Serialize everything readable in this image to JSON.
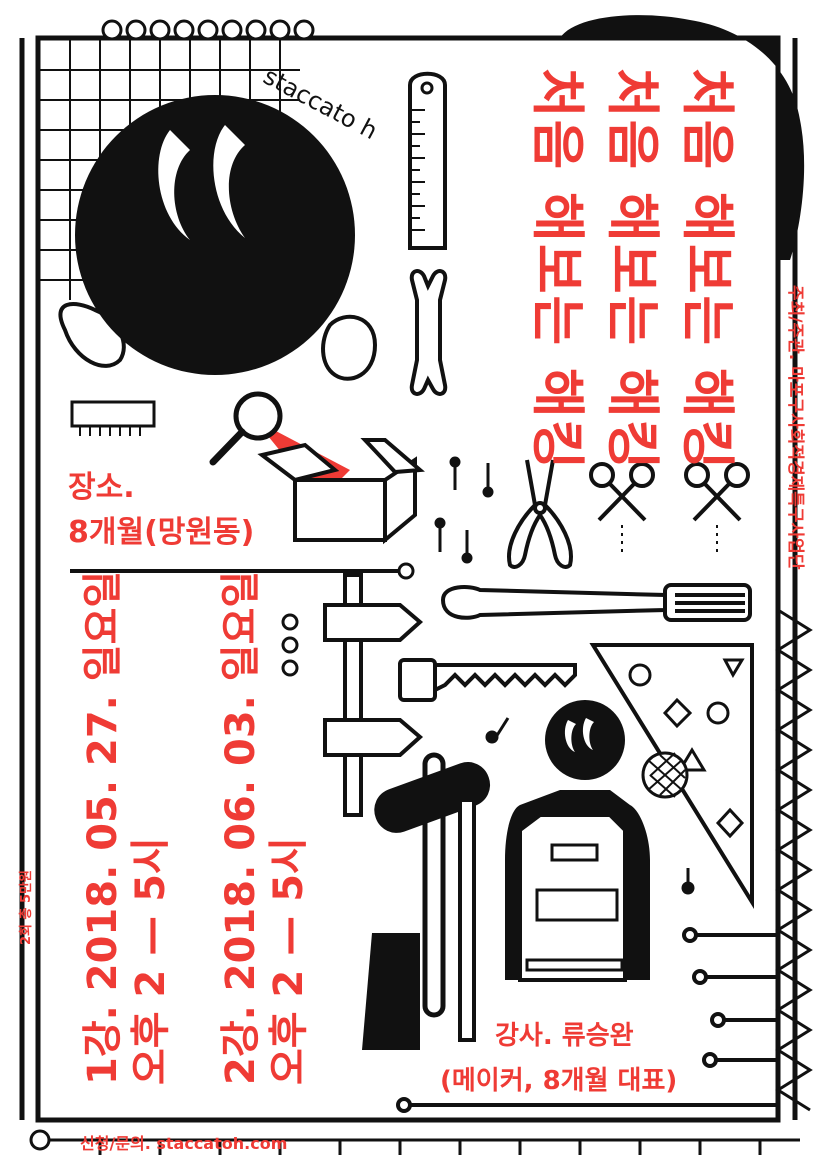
{
  "brand": "staccato h",
  "title_lines": [
    "처음 해보는 해킹",
    "처음 해보는 해킹",
    "처음 해보는 해킹"
  ],
  "place": {
    "label": "장소.",
    "value": "8개월(망원동)"
  },
  "sessions": [
    {
      "date": "1강. 2018. 05. 27. 일요일",
      "time": "오후 2 — 5시"
    },
    {
      "date": "2강. 2018. 06. 03. 일요일",
      "time": "오후 2 — 5시"
    }
  ],
  "fee": "2회 총 5만원",
  "organizer": "주최/주관. 마포구사회적경제특구사업단",
  "instructor": {
    "line1": "강사. 류승완",
    "line2": "(메이커, 8개월 대표)"
  },
  "contact": "신청/문의. staccatoh.com",
  "colors": {
    "accent": "#ef3b35",
    "ink": "#111111",
    "paper": "#ffffff"
  }
}
